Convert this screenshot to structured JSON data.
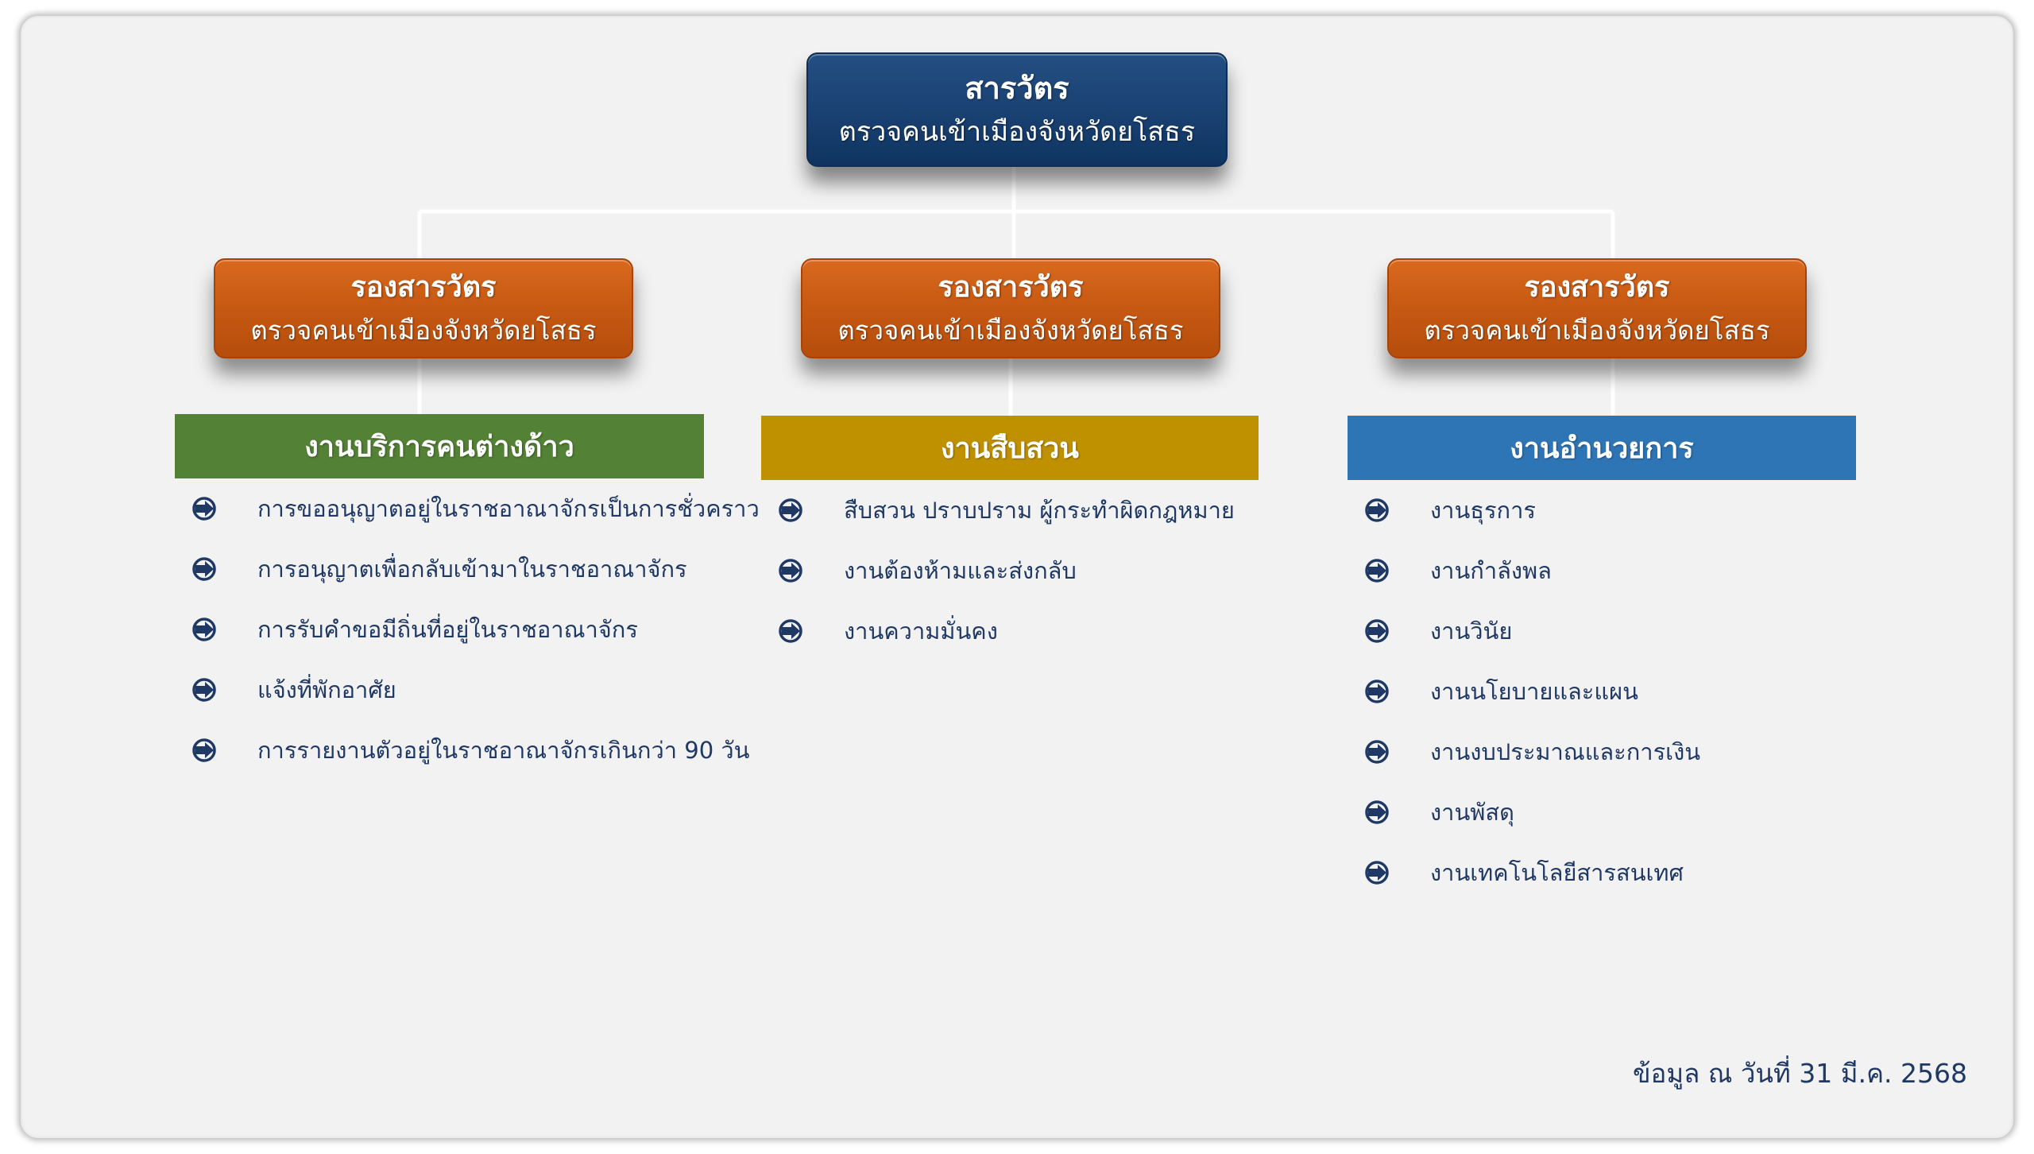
{
  "colors": {
    "director": "#1b4374",
    "deputy": "#c55a11",
    "dept_foreign_service": "#538135",
    "dept_investigation": "#bf9000",
    "dept_administration": "#2e75b6",
    "list_text": "#1f3864"
  },
  "director": {
    "title": "สารวัตร",
    "subtitle": "ตรวจคนเข้าเมืองจังหวัดยโสธร"
  },
  "deputies": [
    {
      "title": "รองสารวัตร",
      "subtitle": "ตรวจคนเข้าเมืองจังหวัดยโสธร"
    },
    {
      "title": "รองสารวัตร",
      "subtitle": "ตรวจคนเข้าเมืองจังหวัดยโสธร"
    },
    {
      "title": "รองสารวัตร",
      "subtitle": "ตรวจคนเข้าเมืองจังหวัดยโสธร"
    }
  ],
  "departments": [
    {
      "title": "งานบริการคนต่างด้าว",
      "items": [
        "การขออนุญาตอยู่ในราชอาณาจักรเป็นการชั่วคราว",
        "การอนุญาตเพื่อกลับเข้ามาในราชอาณาจักร",
        "การรับคำขอมีถิ่นที่อยู่ในราชอาณาจักร",
        "แจ้งที่พักอาศัย",
        "การรายงานตัวอยู่ในราชอาณาจักรเกินกว่า 90 วัน"
      ]
    },
    {
      "title": "งานสืบสวน",
      "items": [
        "สืบสวน ปราบปราม ผู้กระทำผิดกฎหมาย",
        "งานต้องห้ามและส่งกลับ",
        "งานความมั่นคง"
      ]
    },
    {
      "title": "งานอำนวยการ",
      "items": [
        "งานธุรการ",
        "งานกำลังพล",
        "งานวินัย",
        "งานนโยบายและแผน",
        "งานงบประมาณและการเงิน",
        "งานพัสดุ",
        "งานเทคโนโลยีสารสนเทศ"
      ]
    }
  ],
  "bullet_icon": "circled-right-arrow-icon",
  "footnote": "ข้อมูล ณ วันที่ 31 มี.ค. 2568"
}
